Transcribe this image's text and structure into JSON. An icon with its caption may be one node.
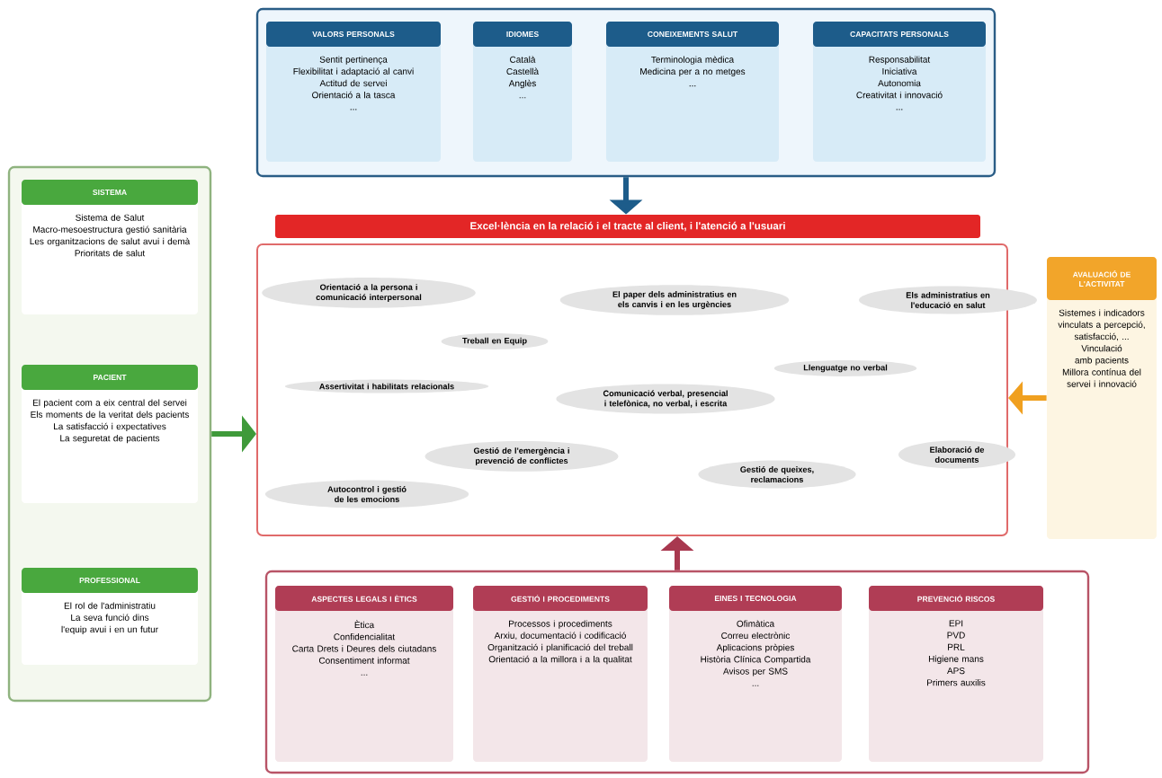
{
  "diagram": {
    "nodes": [
      {
        "text": [],
        "shape": "box"
      },
      {
        "text": [
          "VALORS PERSONALS",
          "Sentit pertinença",
          "Flexibilitat i adaptació al canvi",
          "Actitud de servei",
          "Orientació a la tasca",
          "..."
        ],
        "in": 0
      },
      {
        "text": [
          "IDIOMES",
          "Català",
          "Castellà",
          "Anglès",
          "..."
        ],
        "in": 0
      },
      {
        "text": [
          "CONEIXEMENTS SALUT",
          "Terminologia mèdica",
          "Medicina per a no metges",
          "..."
        ],
        "in": 0
      },
      {
        "text": [
          "CAPACITATS PERSONALS",
          "Responsabilitat",
          "Iniciativa",
          "Autonomia",
          "Creativitat i innovació",
          "..."
        ],
        "in": 0
      },
      {
        "text": [],
        "shape": "box"
      },
      {
        "text": [
          "SISTEMA",
          "Sistema de Salut",
          "Macro-mesoestructura gestió sanitària",
          "Les organitzacions de salut avui i demà",
          "Prioritats de salut"
        ],
        "in": 5
      },
      {
        "text": [
          "PACIENT",
          "El pacient com a eix central del servei",
          "Els moments de la veritat dels pacients",
          "La satisfacció i expectatives",
          "La seguretat de pacients"
        ],
        "in": 5
      },
      {
        "text": [
          "PROFESSIONAL",
          "El rol de l'administratiu",
          "La seva funció dins l'equip avui i en un futur"
        ],
        "in": 5
      },
      {
        "text": [
          "Excel·lència en la relació i el tracte al client, i l'atenció a l'usuari"
        ]
      },
      {
        "text": [
          "Orientació a la persona i comunicació interpersonal"
        ],
        "in": 9
      },
      {
        "text": [
          "El paper dels administratius en els canvis i en les urgències"
        ],
        "in": 9
      },
      {
        "text": [
          "Els administratius en l'educació en salut"
        ],
        "in": 9
      },
      {
        "text": [
          "Treball en Equip"
        ],
        "in": 9
      },
      {
        "text": [
          "Llenguatge no verbal"
        ],
        "in": 9
      },
      {
        "text": [
          "Assertivitat i habilitats relacionals"
        ],
        "in": 9
      },
      {
        "text": [
          "Comunicació verbal, presencial i telefònica, no verbal, i escrita"
        ],
        "in": 9
      },
      {
        "text": [
          "Gestió de l'emergència i prevenció de conflictes"
        ],
        "in": 9
      },
      {
        "text": [
          "Elaboració de documents"
        ],
        "in": 9
      },
      {
        "text": [
          "Gestió de queixes, reclamacions"
        ],
        "in": 9
      },
      {
        "text": [
          "Autocontrol i gestió de les emocions"
        ],
        "in": 9
      },
      {
        "text": [
          "AVALUACIÓ DE L'ACTIVITAT",
          "Sistemes i indicadors vinculats a percepció, satisfacció, ...",
          "Vinculació amb pacients",
          "Millora contínua del servei i innovació"
        ]
      },
      {
        "text": [],
        "shape": "box"
      },
      {
        "text": [
          "ASPECTES LEGALS I ÈTICS",
          "Ètica",
          "Confidencialitat",
          "Carta Drets i Deures dels ciutadans",
          "Consentiment informat",
          "..."
        ],
        "in": 22
      },
      {
        "text": [
          "GESTIÓ I PROCEDIMENTS",
          "Processos i procediments",
          "Arxiu, documentació i codificació",
          "Organització i planificació del treball",
          "Orientació a la millora i a la qualitat"
        ],
        "in": 22
      },
      {
        "text": [
          "EINES I TECNOLOGIA",
          "Ofimàtica",
          "Correu electrònic",
          "Aplicacions pròpies",
          "Història Clínica Compartida",
          "Avisos per SMS",
          "..."
        ],
        "in": 22
      },
      {
        "text": [
          "PREVENCIÓ RISCOS",
          "EPI",
          "PVD",
          "PRL",
          "Higiene mans",
          "APS",
          "Primers auxilis"
        ],
        "in": 22
      }
    ],
    "edges": [
      {
        "from": 0,
        "to": 9,
        "arrow": "to",
        "color": "#1d5c8a"
      },
      {
        "from": 5,
        "to": 9,
        "arrow": "to",
        "color": "#3f9a3a"
      },
      {
        "from": 21,
        "to": 9,
        "arrow": "to",
        "color": "#f0a020"
      },
      {
        "from": 22,
        "to": 9,
        "arrow": "to",
        "color": "#a8384f"
      }
    ]
  }
}
